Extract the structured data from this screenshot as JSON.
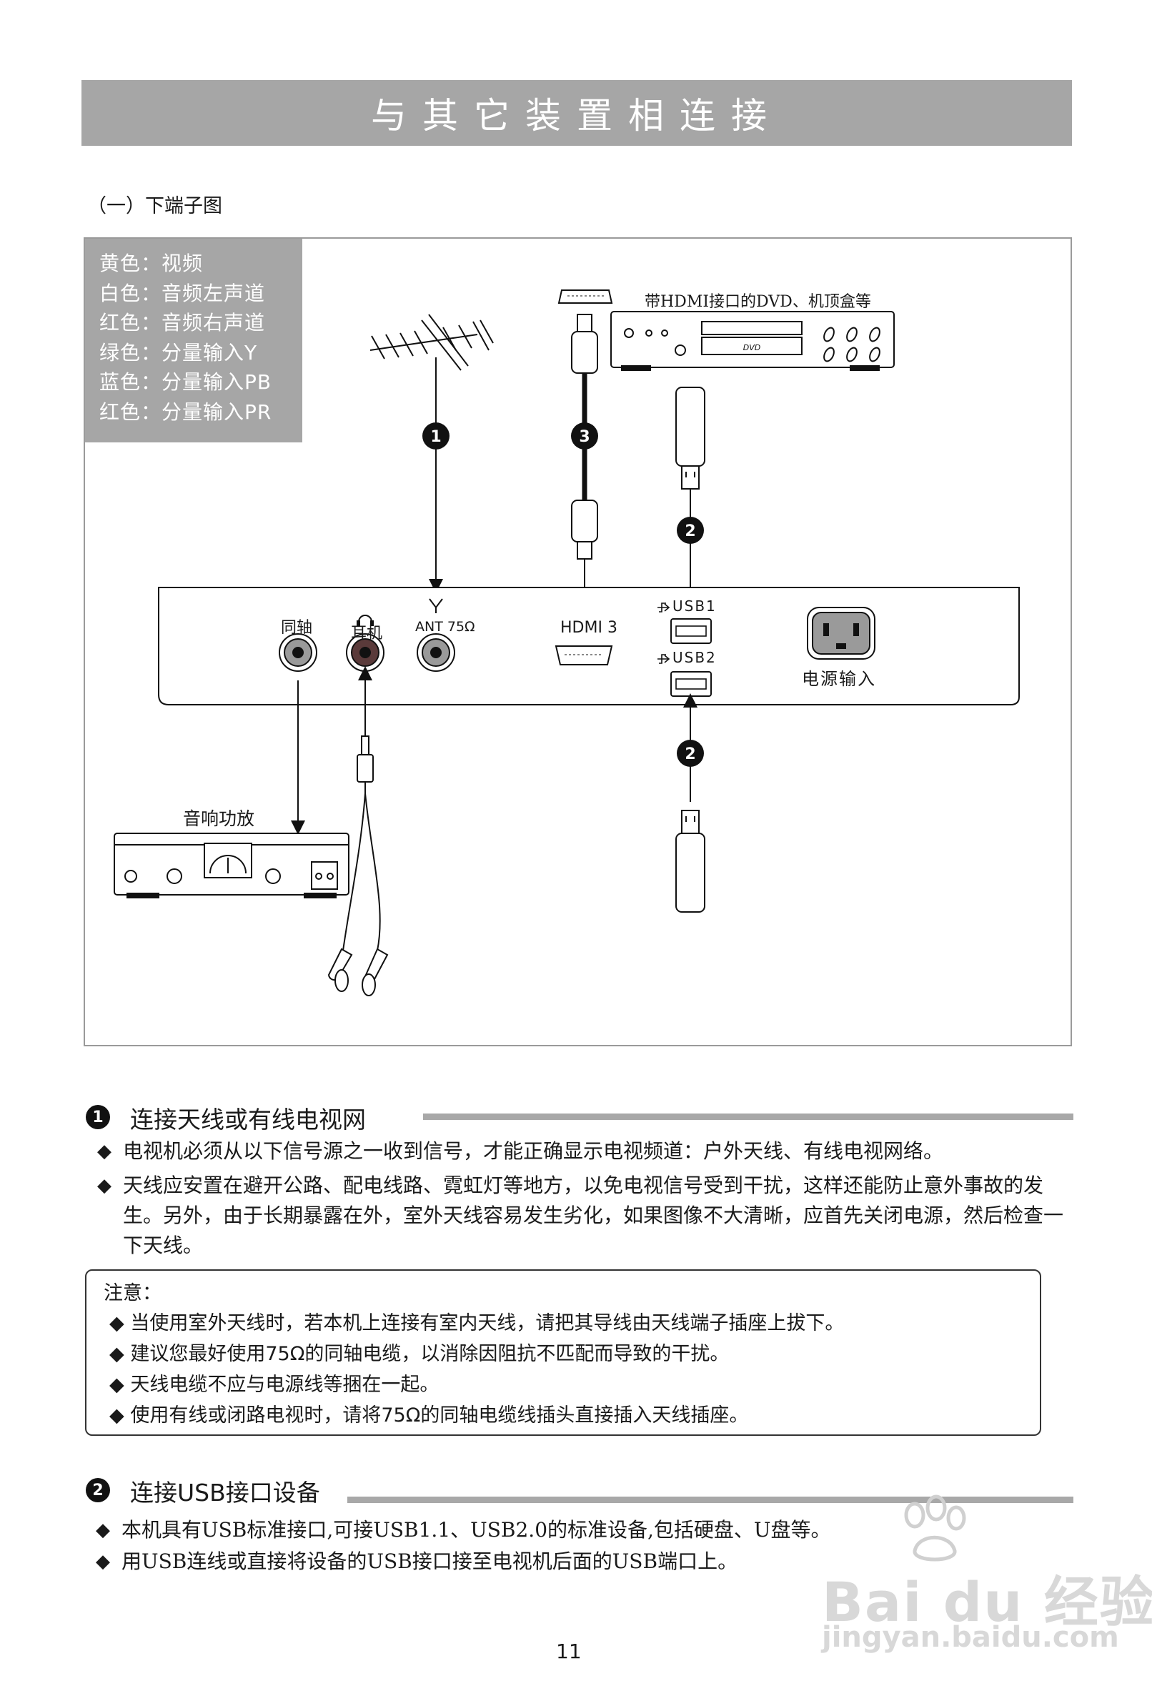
{
  "page_title": "与其它装置相连接",
  "subheading": "（一）下端子图",
  "legend": [
    "黄色：视频",
    "白色：音频左声道",
    "红色：音频右声道",
    "绿色：分量输入Y",
    "蓝色：分量输入PB",
    "红色：分量输入PR"
  ],
  "diagram": {
    "dvd_label": "带HDMI接口的DVD、机顶盒等",
    "dvd_logo": "DVD",
    "amp_label": "音响功放",
    "ports": {
      "coax": "同轴",
      "headphone": "耳机",
      "ant": "ANT 75Ω",
      "hdmi": "HDMI 3",
      "usb1": "USB1",
      "usb2": "USB2",
      "power": "电源输入"
    },
    "markers": [
      "1",
      "3",
      "2",
      "2"
    ]
  },
  "section1": {
    "num": "1",
    "title": "连接天线或有线电视网",
    "bullets": [
      "电视机必须从以下信号源之一收到信号，才能正确显示电视频道：户外天线、有线电视网络。",
      "天线应安置在避开公路、配电线路、霓虹灯等地方，以免电视信号受到干扰，这样还能防止意外事故的发生。另外，由于长期暴露在外，室外天线容易发生劣化，如果图像不大清晰，应首先关闭电源，然后检查一下天线。"
    ]
  },
  "note": {
    "title": "注意：",
    "items": [
      "当使用室外天线时，若本机上连接有室内天线，请把其导线由天线端子插座上拔下。",
      "建议您最好使用75Ω的同轴电缆，以消除因阻抗不匹配而导致的干扰。",
      "天线电缆不应与电源线等捆在一起。",
      "使用有线或闭路电视时，请将75Ω的同轴电缆线插头直接插入天线插座。"
    ]
  },
  "section2": {
    "num": "2",
    "title": "连接USB接口设备",
    "bullets": [
      "本机具有USB标准接口,可接USB1.1、USB2.0的标准设备,包括硬盘、U盘等。",
      "用USB连线或直接将设备的USB接口接至电视机后面的USB端口上。"
    ]
  },
  "page_number": "11",
  "watermark": {
    "brand": "Bai du 经验",
    "url": "jingyan.baidu.com"
  },
  "colors": {
    "title_bar": "#a6a6a6",
    "rule": "#a8a8a8",
    "marker": "#111111"
  }
}
